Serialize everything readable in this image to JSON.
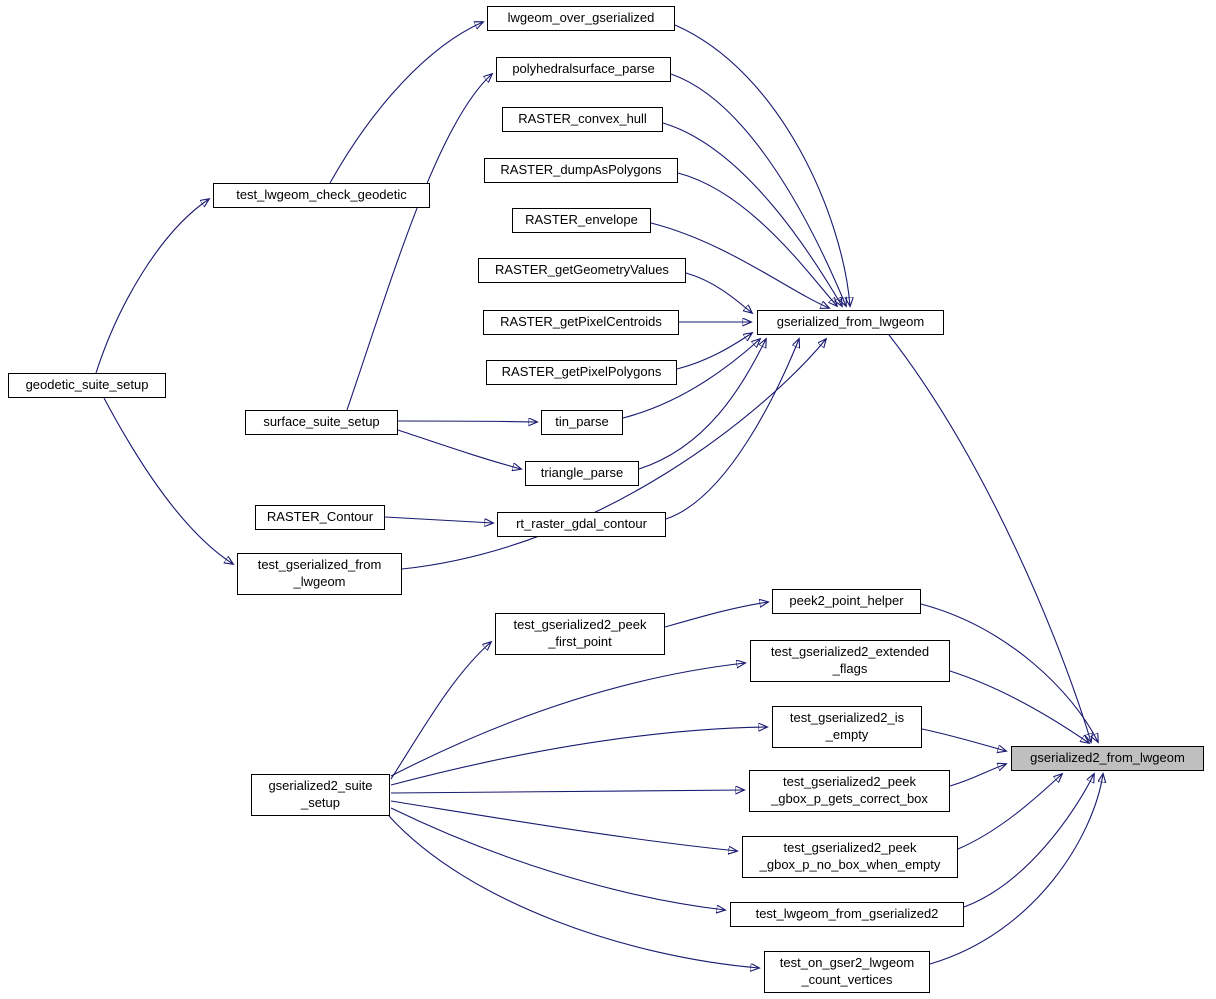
{
  "diagram": {
    "type": "call-graph",
    "highlighted_node": "gserialized2_from_lwgeom",
    "colors": {
      "edge": "#191970",
      "node_border": "#000000",
      "node_fill": "#ffffff",
      "highlight_fill": "#bfbfbf"
    },
    "nodes": [
      {
        "id": "lwgeom_over_gserialized",
        "label": "lwgeom_over_gserialized",
        "highlighted": false
      },
      {
        "id": "polyhedralsurface_parse",
        "label": "polyhedralsurface_parse",
        "highlighted": false
      },
      {
        "id": "RASTER_convex_hull",
        "label": "RASTER_convex_hull",
        "highlighted": false
      },
      {
        "id": "RASTER_dumpAsPolygons",
        "label": "RASTER_dumpAsPolygons",
        "highlighted": false
      },
      {
        "id": "RASTER_envelope",
        "label": "RASTER_envelope",
        "highlighted": false
      },
      {
        "id": "RASTER_getGeometryValues",
        "label": "RASTER_getGeometryValues",
        "highlighted": false
      },
      {
        "id": "RASTER_getPixelCentroids",
        "label": "RASTER_getPixelCentroids",
        "highlighted": false
      },
      {
        "id": "RASTER_getPixelPolygons",
        "label": "RASTER_getPixelPolygons",
        "highlighted": false
      },
      {
        "id": "gserialized_from_lwgeom",
        "label": "gserialized_from_lwgeom",
        "highlighted": false
      },
      {
        "id": "test_lwgeom_check_geodetic",
        "label": "test_lwgeom_check_geodetic",
        "highlighted": false
      },
      {
        "id": "geodetic_suite_setup",
        "label": "geodetic_suite_setup",
        "highlighted": false
      },
      {
        "id": "surface_suite_setup",
        "label": "surface_suite_setup",
        "highlighted": false
      },
      {
        "id": "tin_parse",
        "label": "tin_parse",
        "highlighted": false
      },
      {
        "id": "triangle_parse",
        "label": "triangle_parse",
        "highlighted": false
      },
      {
        "id": "RASTER_Contour",
        "label": "RASTER_Contour",
        "highlighted": false
      },
      {
        "id": "rt_raster_gdal_contour",
        "label": "rt_raster_gdal_contour",
        "highlighted": false
      },
      {
        "id": "test_gserialized_from_lwgeom",
        "label": "test_gserialized_from\n_lwgeom",
        "highlighted": false
      },
      {
        "id": "peek2_point_helper",
        "label": "peek2_point_helper",
        "highlighted": false
      },
      {
        "id": "test_gserialized2_peek_first_point",
        "label": "test_gserialized2_peek\n_first_point",
        "highlighted": false
      },
      {
        "id": "test_gserialized2_extended_flags",
        "label": "test_gserialized2_extended\n_flags",
        "highlighted": false
      },
      {
        "id": "test_gserialized2_is_empty",
        "label": "test_gserialized2_is\n_empty",
        "highlighted": false
      },
      {
        "id": "gserialized2_from_lwgeom",
        "label": "gserialized2_from_lwgeom",
        "highlighted": true
      },
      {
        "id": "gserialized2_suite_setup",
        "label": "gserialized2_suite\n_setup",
        "highlighted": false
      },
      {
        "id": "test_gserialized2_peek_gbox_p_gets_correct_box",
        "label": "test_gserialized2_peek\n_gbox_p_gets_correct_box",
        "highlighted": false
      },
      {
        "id": "test_gserialized2_peek_gbox_p_no_box_when_empty",
        "label": "test_gserialized2_peek\n_gbox_p_no_box_when_empty",
        "highlighted": false
      },
      {
        "id": "test_lwgeom_from_gserialized2",
        "label": "test_lwgeom_from_gserialized2",
        "highlighted": false
      },
      {
        "id": "test_on_gser2_lwgeom_count_vertices",
        "label": "test_on_gser2_lwgeom\n_count_vertices",
        "highlighted": false
      }
    ],
    "edges": [
      {
        "from": "geodetic_suite_setup",
        "to": "test_lwgeom_check_geodetic"
      },
      {
        "from": "geodetic_suite_setup",
        "to": "test_gserialized_from_lwgeom"
      },
      {
        "from": "test_lwgeom_check_geodetic",
        "to": "lwgeom_over_gserialized"
      },
      {
        "from": "surface_suite_setup",
        "to": "polyhedralsurface_parse"
      },
      {
        "from": "surface_suite_setup",
        "to": "tin_parse"
      },
      {
        "from": "surface_suite_setup",
        "to": "triangle_parse"
      },
      {
        "from": "RASTER_Contour",
        "to": "rt_raster_gdal_contour"
      },
      {
        "from": "lwgeom_over_gserialized",
        "to": "gserialized_from_lwgeom"
      },
      {
        "from": "polyhedralsurface_parse",
        "to": "gserialized_from_lwgeom"
      },
      {
        "from": "RASTER_convex_hull",
        "to": "gserialized_from_lwgeom"
      },
      {
        "from": "RASTER_dumpAsPolygons",
        "to": "gserialized_from_lwgeom"
      },
      {
        "from": "RASTER_envelope",
        "to": "gserialized_from_lwgeom"
      },
      {
        "from": "RASTER_getGeometryValues",
        "to": "gserialized_from_lwgeom"
      },
      {
        "from": "RASTER_getPixelCentroids",
        "to": "gserialized_from_lwgeom"
      },
      {
        "from": "RASTER_getPixelPolygons",
        "to": "gserialized_from_lwgeom"
      },
      {
        "from": "tin_parse",
        "to": "gserialized_from_lwgeom"
      },
      {
        "from": "triangle_parse",
        "to": "gserialized_from_lwgeom"
      },
      {
        "from": "rt_raster_gdal_contour",
        "to": "gserialized_from_lwgeom"
      },
      {
        "from": "test_gserialized_from_lwgeom",
        "to": "gserialized_from_lwgeom"
      },
      {
        "from": "gserialized_from_lwgeom",
        "to": "gserialized2_from_lwgeom"
      },
      {
        "from": "test_gserialized2_peek_first_point",
        "to": "peek2_point_helper"
      },
      {
        "from": "peek2_point_helper",
        "to": "gserialized2_from_lwgeom"
      },
      {
        "from": "test_gserialized2_extended_flags",
        "to": "gserialized2_from_lwgeom"
      },
      {
        "from": "test_gserialized2_is_empty",
        "to": "gserialized2_from_lwgeom"
      },
      {
        "from": "test_gserialized2_peek_gbox_p_gets_correct_box",
        "to": "gserialized2_from_lwgeom"
      },
      {
        "from": "test_gserialized2_peek_gbox_p_no_box_when_empty",
        "to": "gserialized2_from_lwgeom"
      },
      {
        "from": "test_lwgeom_from_gserialized2",
        "to": "gserialized2_from_lwgeom"
      },
      {
        "from": "test_on_gser2_lwgeom_count_vertices",
        "to": "gserialized2_from_lwgeom"
      },
      {
        "from": "gserialized2_suite_setup",
        "to": "test_gserialized2_peek_first_point"
      },
      {
        "from": "gserialized2_suite_setup",
        "to": "test_gserialized2_extended_flags"
      },
      {
        "from": "gserialized2_suite_setup",
        "to": "test_gserialized2_is_empty"
      },
      {
        "from": "gserialized2_suite_setup",
        "to": "test_gserialized2_peek_gbox_p_gets_correct_box"
      },
      {
        "from": "gserialized2_suite_setup",
        "to": "test_gserialized2_peek_gbox_p_no_box_when_empty"
      },
      {
        "from": "gserialized2_suite_setup",
        "to": "test_lwgeom_from_gserialized2"
      },
      {
        "from": "gserialized2_suite_setup",
        "to": "test_on_gser2_lwgeom_count_vertices"
      }
    ]
  }
}
